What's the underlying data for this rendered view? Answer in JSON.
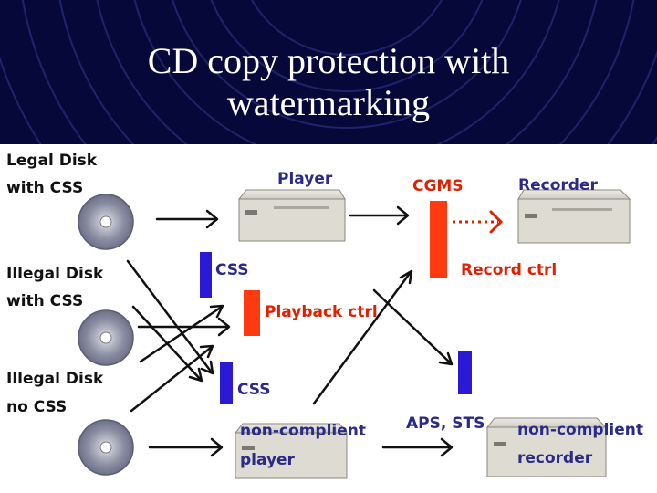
{
  "slide": {
    "title_line1": "CD copy protection with",
    "title_line2": "watermarking"
  },
  "diagram": {
    "sources": [
      {
        "line1": "Legal Disk",
        "line2": "with CSS"
      },
      {
        "line1": "Illegal Disk",
        "line2": "with CSS"
      },
      {
        "line1": "Illegal Disk",
        "line2": "no CSS"
      }
    ],
    "devices": {
      "player": "Player",
      "recorder": "Recorder",
      "noncompliant_player_line1": "non-complient",
      "noncompliant_player_line2": "player",
      "noncompliant_recorder_line1": "non-complient",
      "noncompliant_recorder_line2": "recorder"
    },
    "controls": {
      "css_top": "CSS",
      "playback_ctrl": "Playback ctrl",
      "css_bottom": "CSS",
      "cgms": "CGMS",
      "record_ctrl": "Record ctrl",
      "aps_sts": "APS, STS"
    },
    "colors": {
      "header_bg": "#07083a",
      "css_bar": "#2a1ad6",
      "control_bar": "#ff3a10",
      "label_blue": "#2b2a88",
      "label_red": "#e02000"
    }
  }
}
